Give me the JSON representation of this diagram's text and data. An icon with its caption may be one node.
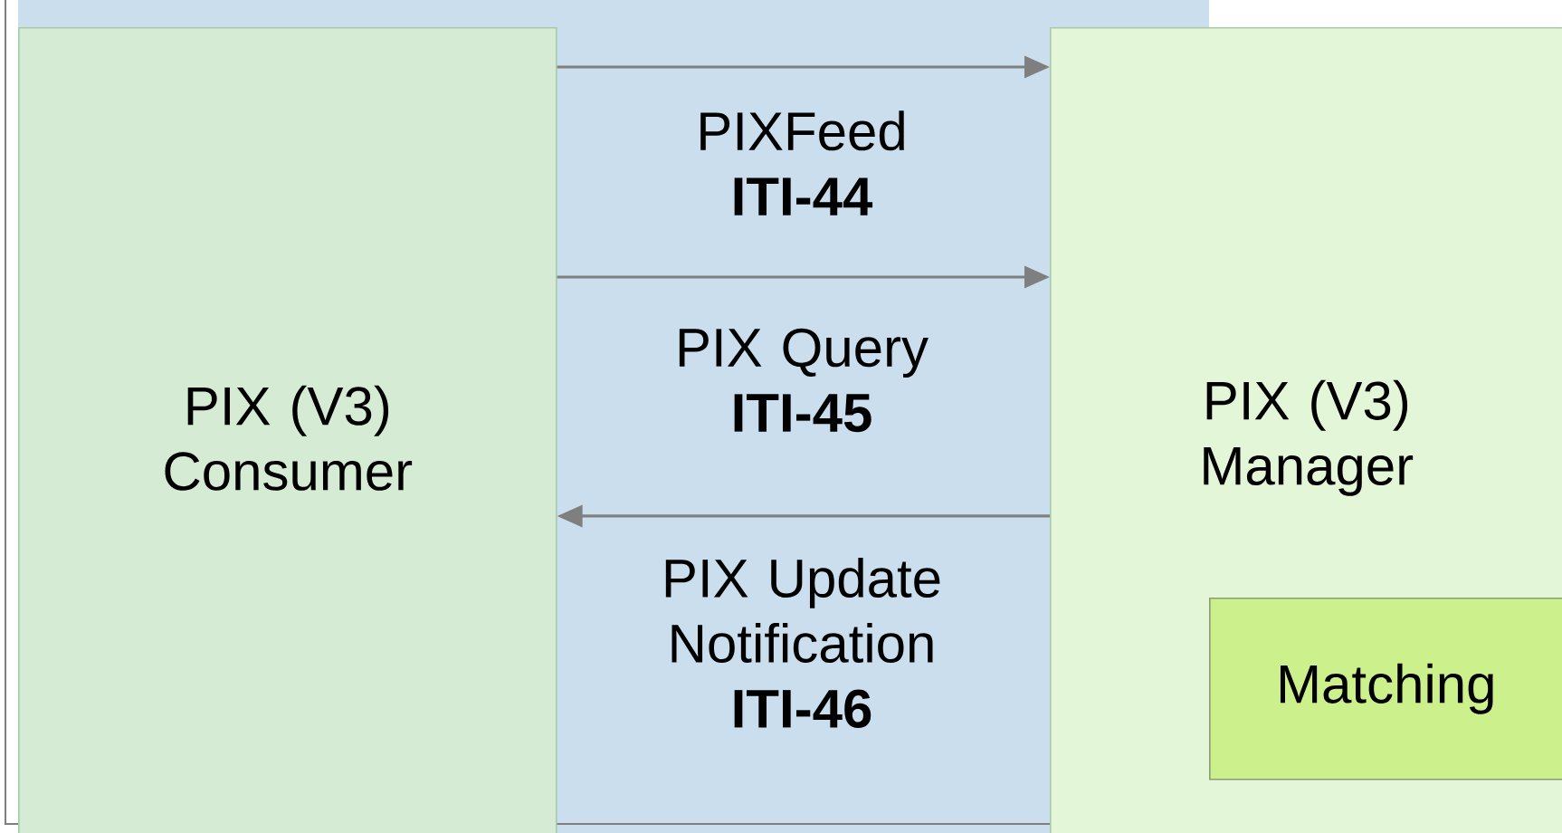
{
  "diagram": {
    "nodes": [
      {
        "text": [
          "PIX (V3) Consumer"
        ]
      },
      {
        "text": [
          "PIX (V3) Manager"
        ]
      },
      {
        "text": [
          "Matching"
        ],
        "in": 1
      }
    ],
    "edges": [
      {
        "from": 0,
        "to": 1,
        "arrow": "to",
        "label": "PIXFeed **ITI-44**"
      },
      {
        "from": 0,
        "to": 1,
        "arrow": "to",
        "label": "PIX Query **ITI-45**"
      },
      {
        "from": 1,
        "to": 0,
        "arrow": "to",
        "label": "PIX Update Notification **ITI-46**"
      }
    ]
  }
}
